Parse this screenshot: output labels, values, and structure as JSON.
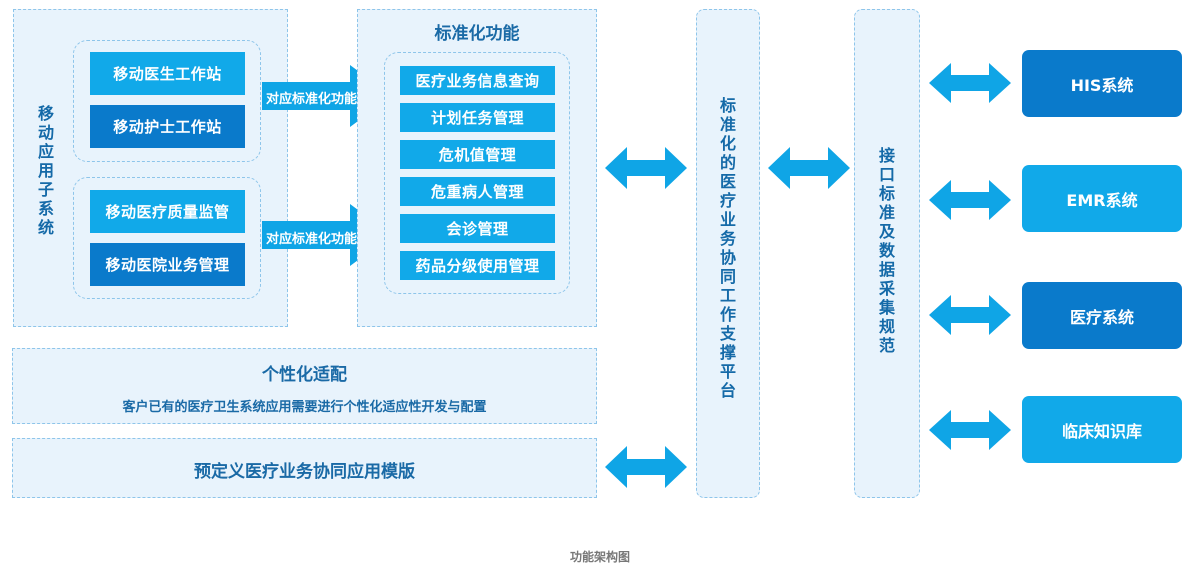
{
  "mobile_subsystem": {
    "title": "移动应用子系统",
    "group1": [
      "移动医生工作站",
      "移动护士工作站"
    ],
    "group2": [
      "移动医疗质量监管",
      "移动医院业务管理"
    ]
  },
  "mapping_label": "对应标准化功能",
  "standard_functions": {
    "title": "标准化功能",
    "items": [
      "医疗业务信息查询",
      "计划任务管理",
      "危机值管理",
      "危重病人管理",
      "会诊管理",
      "药品分级使用管理"
    ]
  },
  "personalization": {
    "title": "个性化适配",
    "description": "客户已有的医疗卫生系统应用需要进行个性化适应性开发与配置"
  },
  "templates": {
    "title": "预定义医疗业务协同应用模版"
  },
  "platform": {
    "title": "标准化的医疗业务协同工作支撑平台"
  },
  "interface": {
    "title": "接口标准及数据采集规范"
  },
  "external_systems": [
    "HIS系统",
    "EMR系统",
    "医疗系统",
    "临床知识库"
  ],
  "caption": "功能架构图",
  "colors": {
    "cyan": "#11a9e9",
    "blue": "#0a7acb",
    "panel_bg": "#e8f3fc",
    "dashed_border": "#8ec5ea",
    "arrow": "#0fa5e6",
    "title_text": "#1a6aa6"
  }
}
